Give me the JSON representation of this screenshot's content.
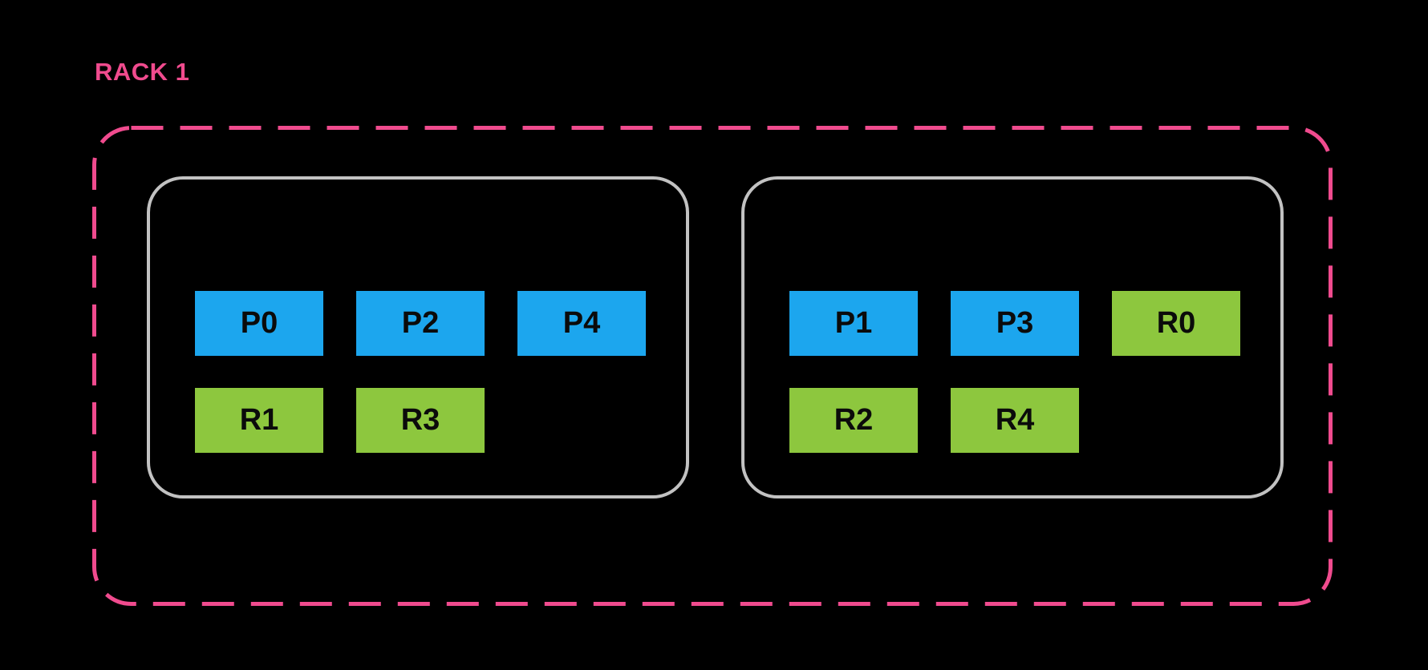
{
  "title": "RACK 1",
  "colors": {
    "background": "#000000",
    "rack_border": "#F04B8E",
    "rack_title": "#F04B8E",
    "host_border": "#C2C2C2",
    "primary_shard_fill": "#1CA6EE",
    "replica_shard_fill": "#8DC73E",
    "shard_label_text": "#0B0B0B"
  },
  "rack": {
    "label": "RACK 1",
    "hosts": [
      {
        "rows": [
          {
            "shards": [
              {
                "label": "P0",
                "type": "primary"
              },
              {
                "label": "P2",
                "type": "primary"
              },
              {
                "label": "P4",
                "type": "primary"
              }
            ]
          },
          {
            "shards": [
              {
                "label": "R1",
                "type": "replica"
              },
              {
                "label": "R3",
                "type": "replica"
              }
            ]
          }
        ]
      },
      {
        "rows": [
          {
            "shards": [
              {
                "label": "P1",
                "type": "primary"
              },
              {
                "label": "P3",
                "type": "primary"
              },
              {
                "label": "R0",
                "type": "replica"
              }
            ]
          },
          {
            "shards": [
              {
                "label": "R2",
                "type": "replica"
              },
              {
                "label": "R4",
                "type": "replica"
              }
            ]
          }
        ]
      }
    ]
  }
}
